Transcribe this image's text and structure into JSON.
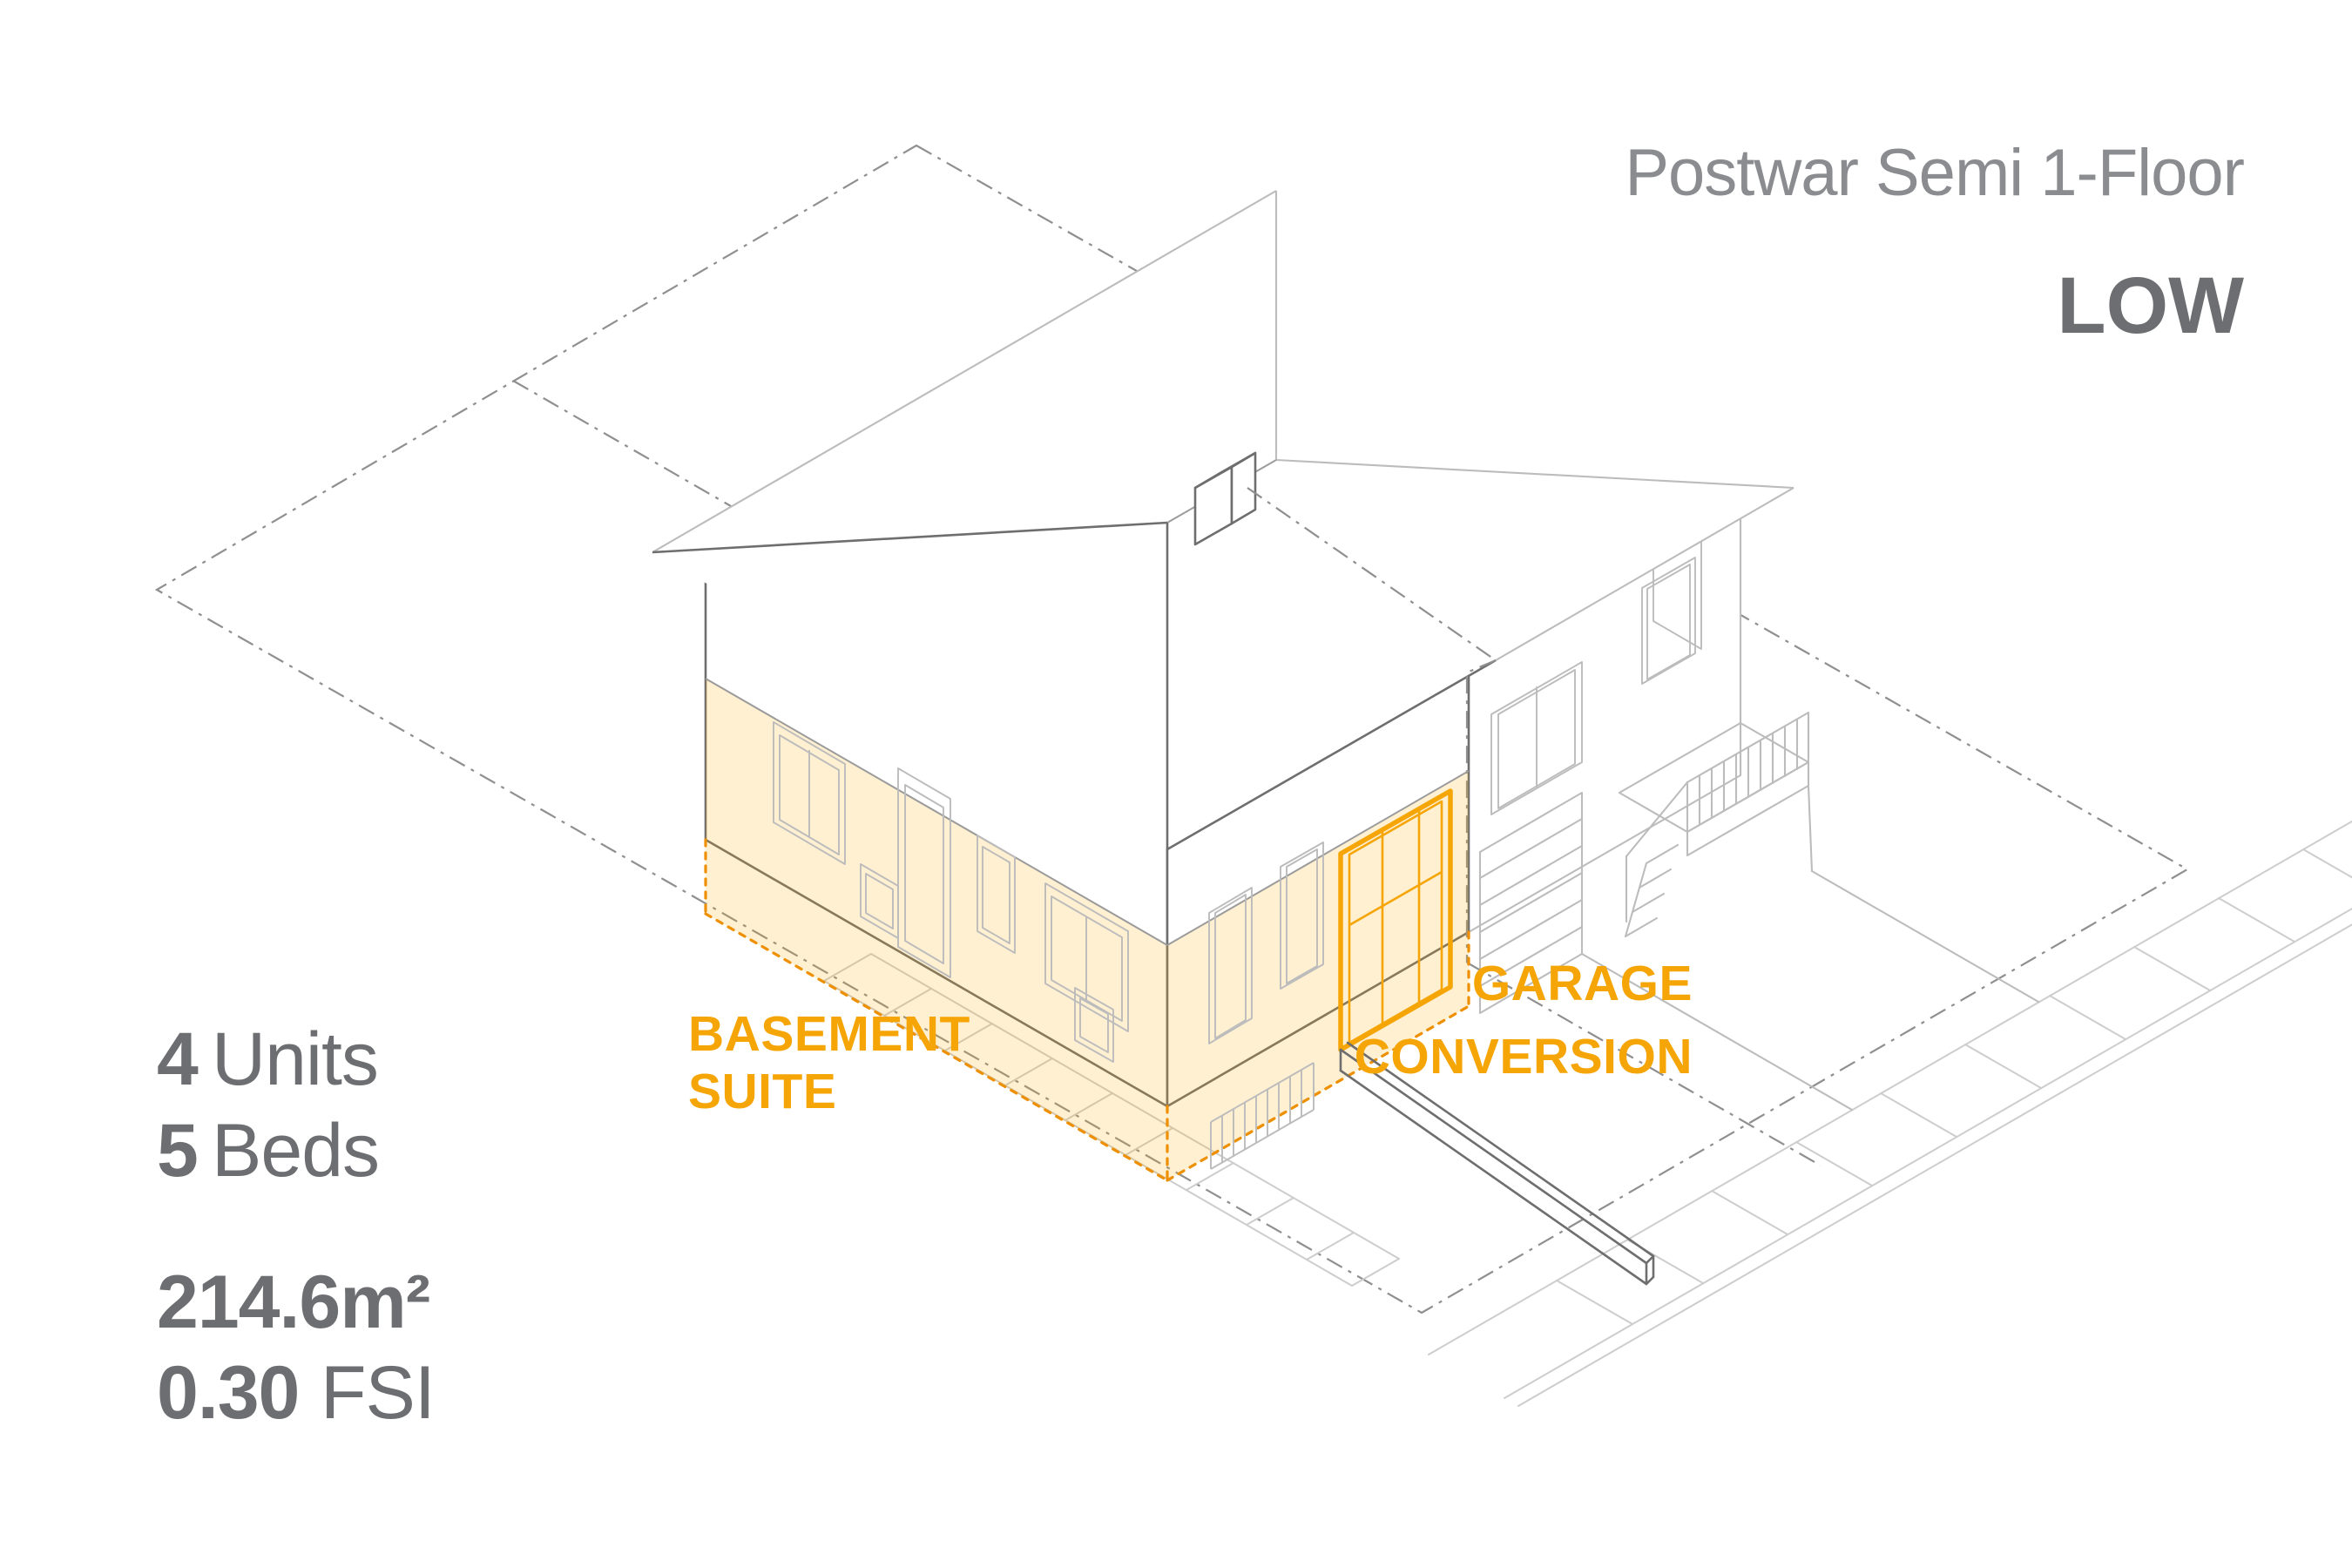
{
  "header": {
    "title": "Postwar Semi 1-Floor",
    "level": "LOW"
  },
  "stats": {
    "units_value": "4",
    "units_label": "Units",
    "beds_value": "5",
    "beds_label": "Beds",
    "area": "214.6m²",
    "fsi_value": "0.30",
    "fsi_label": "FSI"
  },
  "annotations": {
    "basement_suite": {
      "line1": "BASEMENT",
      "line2": "SUITE"
    },
    "garage_conversion": {
      "line1": "GARAGE",
      "line2": "CONVERSION"
    }
  },
  "colors": {
    "accent": "#F5A506",
    "accent_dash": "#EE8F00",
    "highlight_fill": "rgba(255,172,8,0.18)",
    "text_dark": "#6D6E71",
    "text_light": "#8A8C8F",
    "line_dark": "#6E6E6E",
    "line_light": "#BCBCBC",
    "line_faint": "#CDCDCD",
    "dashdot_gray": "#8F8F8F"
  }
}
